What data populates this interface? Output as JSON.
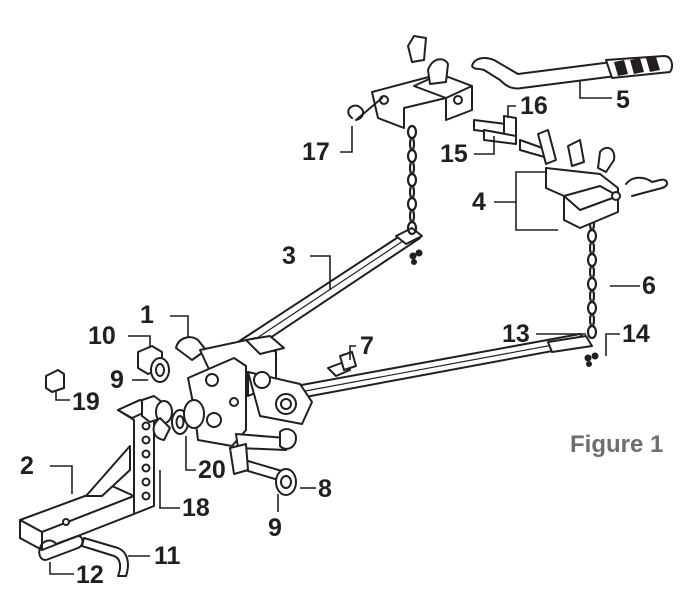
{
  "figure": {
    "caption": "Figure 1"
  },
  "callouts": [
    {
      "id": "c1",
      "label": "1"
    },
    {
      "id": "c2",
      "label": "2"
    },
    {
      "id": "c3",
      "label": "3"
    },
    {
      "id": "c4",
      "label": "4"
    },
    {
      "id": "c5",
      "label": "5"
    },
    {
      "id": "c6",
      "label": "6"
    },
    {
      "id": "c7",
      "label": "7"
    },
    {
      "id": "c8",
      "label": "8"
    },
    {
      "id": "c9a",
      "label": "9"
    },
    {
      "id": "c9b",
      "label": "9"
    },
    {
      "id": "c10",
      "label": "10"
    },
    {
      "id": "c11",
      "label": "11"
    },
    {
      "id": "c12",
      "label": "12"
    },
    {
      "id": "c13",
      "label": "13"
    },
    {
      "id": "c14",
      "label": "14"
    },
    {
      "id": "c15",
      "label": "15"
    },
    {
      "id": "c16",
      "label": "16"
    },
    {
      "id": "c17",
      "label": "17"
    },
    {
      "id": "c18",
      "label": "18"
    },
    {
      "id": "c19",
      "label": "19"
    },
    {
      "id": "c20",
      "label": "20"
    }
  ]
}
